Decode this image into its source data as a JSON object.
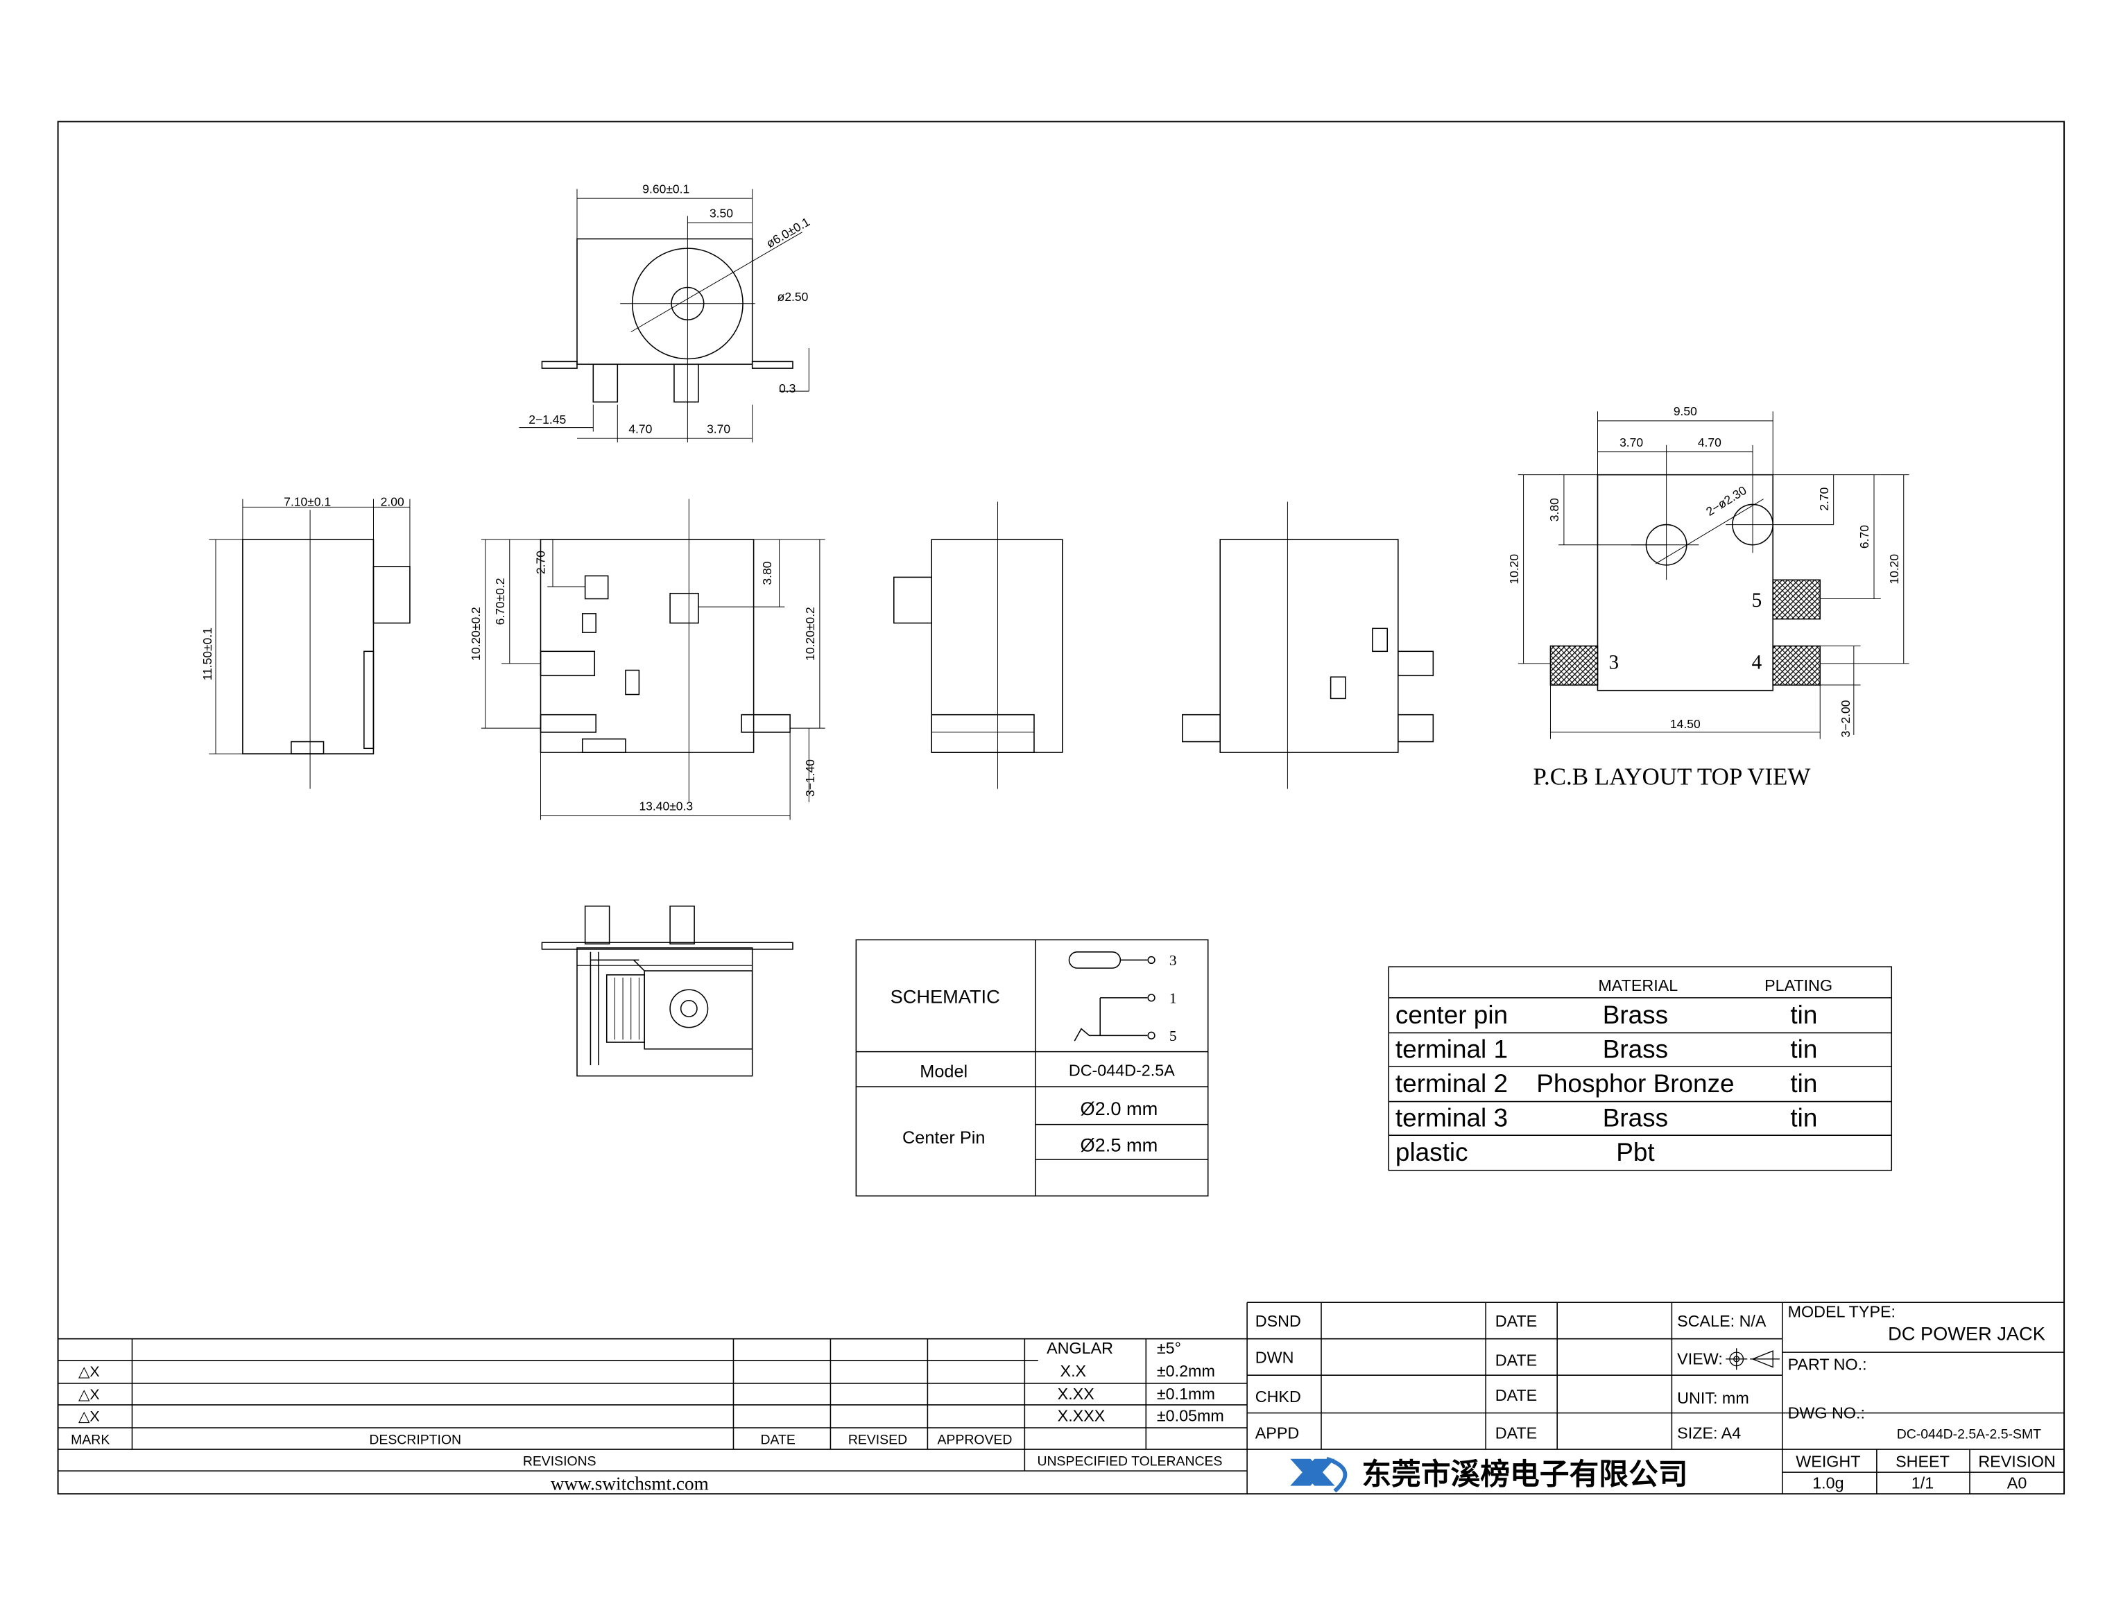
{
  "top_view": {
    "dim_width": "9.60±0.1",
    "dim_offset": "3.50",
    "dim_outer_dia": "ø6.0±0.1",
    "dim_inner_dia": "ø2.50",
    "dim_pin_thick": "0.3",
    "dim_pin_width": "2−1.45",
    "dim_pitch_a": "4.70",
    "dim_pitch_b": "3.70"
  },
  "left_side_view": {
    "dim_depth": "7.10±0.1",
    "dim_protrusion": "2.00",
    "dim_height": "11.50±0.1"
  },
  "front_view": {
    "dim_pin_pos": "2.70",
    "dim_pin_pos_b": "6.70±0.2",
    "dim_body": "10.20±0.2",
    "dim_center": "3.80",
    "dim_body_right": "10.20±0.2",
    "dim_total_length": "13.40±0.3",
    "dim_pin_len": "3−1.40"
  },
  "pcb_layout": {
    "title": "P.C.B LAYOUT TOP VIEW",
    "dim_width": "9.50",
    "dim_a": "3.70",
    "dim_b": "4.70",
    "dim_holes": "2−ø2.30",
    "dim_hole_y": "3.80",
    "dim_hole_y2": "2.70",
    "dim_height_left": "10.20",
    "dim_height_right": "10.20",
    "dim_pad_y": "6.70",
    "dim_pad_span": "14.50",
    "dim_pad_w": "3−2.00",
    "pad_labels": [
      "3",
      "4",
      "5"
    ]
  },
  "schematic_table": {
    "schematic_label": "SCHEMATIC",
    "pin_labels": [
      "3",
      "1",
      "5"
    ],
    "model_label": "Model",
    "model_value": "DC-044D-2.5A",
    "center_pin_label": "Center Pin",
    "center_pin_values": [
      "Ø2.0 mm",
      "Ø2.5 mm"
    ]
  },
  "material_table": {
    "headers": [
      "",
      "MATERIAL",
      "PLATING"
    ],
    "rows": [
      [
        "center pin",
        "Brass",
        "tin"
      ],
      [
        "terminal 1",
        "Brass",
        "tin"
      ],
      [
        "terminal 2",
        "Phosphor Bronze",
        "tin"
      ],
      [
        "terminal 3",
        "Brass",
        "tin"
      ],
      [
        "plastic",
        "Pbt",
        ""
      ]
    ]
  },
  "title_block": {
    "revisions": {
      "rows": [
        "△X",
        "△X",
        "△X"
      ],
      "col_mark": "MARK",
      "col_description": "DESCRIPTION",
      "col_date": "DATE",
      "col_revised": "REVISED",
      "col_approved": "APPROVED",
      "title": "REVISIONS",
      "website": "www.switchsmt.com"
    },
    "tolerances": {
      "rows": [
        [
          "ANGLAR",
          "±5°"
        ],
        [
          "X.X",
          "±0.2mm"
        ],
        [
          "X.XX",
          "±0.1mm"
        ],
        [
          "X.XXX",
          "±0.05mm"
        ]
      ],
      "title": "UNSPECIFIED TOLERANCES"
    },
    "signoff": [
      {
        "role": "DSND",
        "date": "DATE"
      },
      {
        "role": "DWN",
        "date": "DATE"
      },
      {
        "role": "CHKD",
        "date": "DATE"
      },
      {
        "role": "APPD",
        "date": "DATE"
      }
    ],
    "scale": "SCALE: N/A",
    "view": "VIEW:",
    "unit": "UNIT: mm",
    "size": "SIZE: A4",
    "model_type_label": "MODEL TYPE:",
    "model_type_value": "DC POWER JACK",
    "part_no_label": "PART NO.:",
    "dwg_no_label": "DWG NO.:",
    "dwg_no_value": "DC-044D-2.5A-2.5-SMT",
    "company": "东莞市溪榜电子有限公司",
    "weight_label": "WEIGHT",
    "weight_value": "1.0g",
    "sheet_label": "SHEET",
    "sheet_value": "1/1",
    "revision_label": "REVISION",
    "revision_value": "A0"
  }
}
